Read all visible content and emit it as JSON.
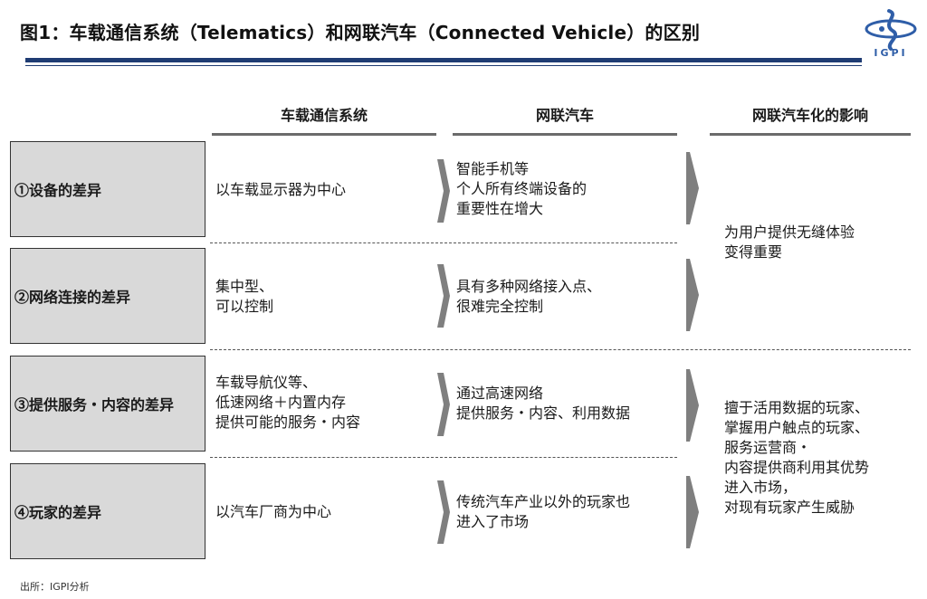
{
  "header": {
    "title": "图1：车载通信系统（Telematics）和网联汽车（Connected Vehicle）的区别",
    "logo_text": "IGPI"
  },
  "columns": {
    "telematics": "车载通信系统",
    "connected": "网联汽车",
    "impact": "网联汽车化的影响"
  },
  "rows": [
    {
      "label": "①设备的差异",
      "telematics": "以车载显示器为中心",
      "connected": "智能手机等\n个人所有终端设备的\n重要性在增大"
    },
    {
      "label": "②网络连接的差异",
      "telematics": "集中型、\n可以控制",
      "connected": "具有多种网络接入点、\n很难完全控制"
    },
    {
      "label": "③提供服务・内容的差异",
      "telematics": "车载导航仪等、\n低速网络＋内置内存\n提供可能的服务・内容",
      "connected": "通过高速网络\n提供服务・内容、利用数据"
    },
    {
      "label": "④玩家的差异",
      "telematics": "以汽车厂商为中心",
      "connected": "传统汽车产业以外的玩家也\n进入了市场"
    }
  ],
  "impacts": [
    "为用户提供无缝体验\n变得重要",
    "擅于活用数据的玩家、\n掌握用户触点的玩家、\n服务运营商・\n内容提供商利用其优势\n进入市场，\n对现有玩家产生威胁"
  ],
  "footer": {
    "source": "出所：IGPI分析"
  },
  "colors": {
    "header_rule": "#1f3c73",
    "logo": "#2f5ea8",
    "row_box_fill": "#d9d9d9",
    "arrow": "#7f7f7f",
    "column_bar": "#6b6b6b"
  }
}
